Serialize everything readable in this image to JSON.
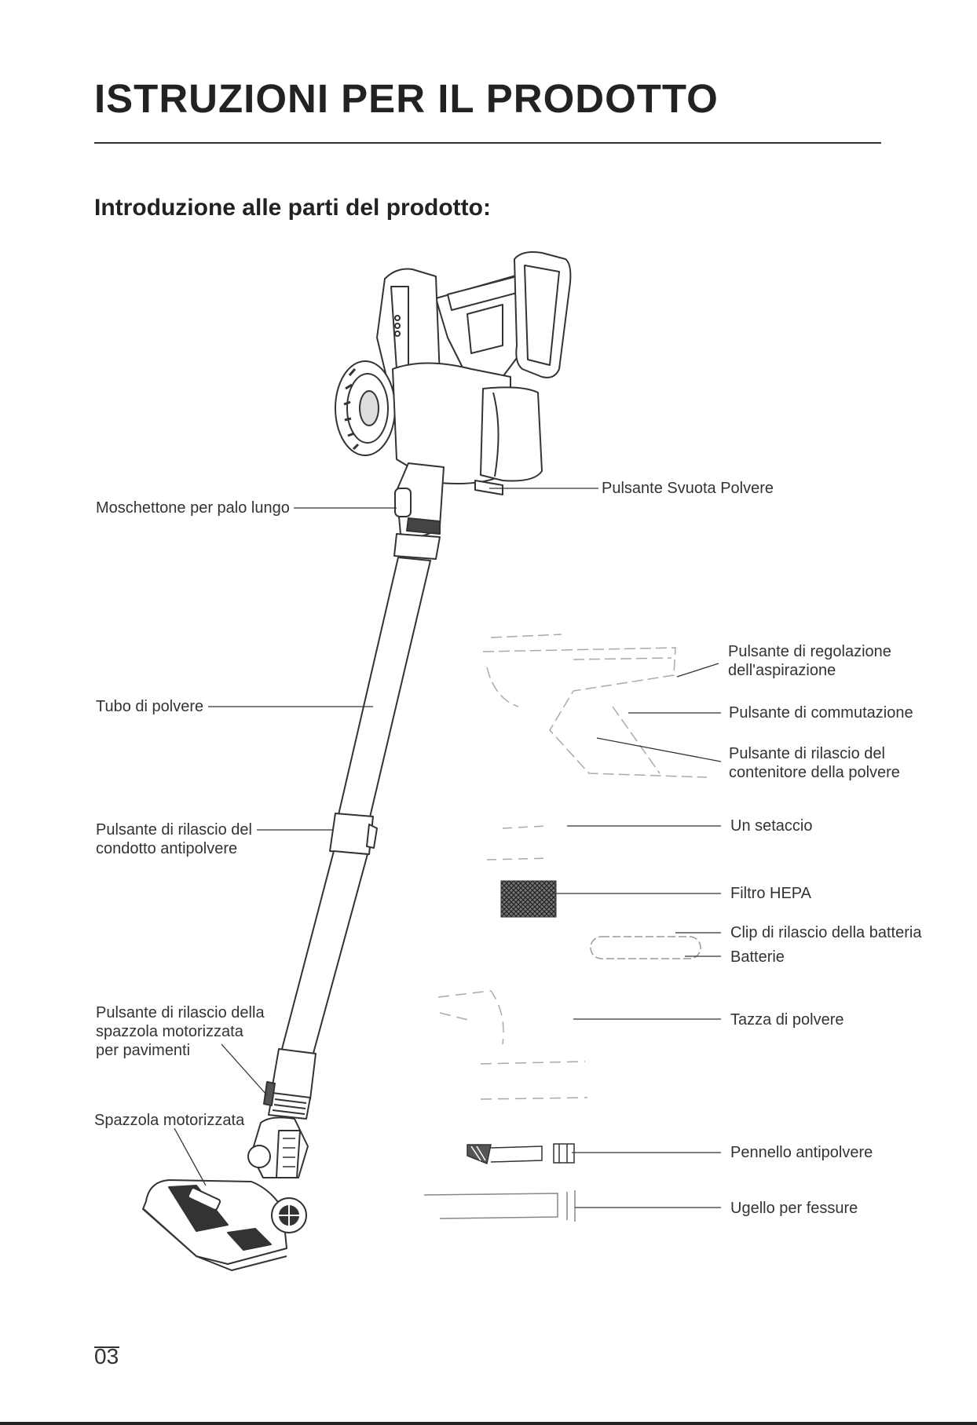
{
  "page": {
    "title": "ISTRUZIONI PER IL PRODOTTO",
    "section_heading": "Introduzione alle parti del prodotto:",
    "page_number": "03"
  },
  "labels": {
    "carabiner": "Moschettone per palo lungo",
    "dust_tube": "Tubo di polvere",
    "duct_release_1": "Pulsante di rilascio del",
    "duct_release_2": "condotto antipolvere",
    "brush_release_1": "Pulsante di rilascio della",
    "brush_release_2": "spazzola motorizzata",
    "brush_release_3": "per pavimenti",
    "motor_brush": "Spazzola motorizzata",
    "empty_dust_button": "Pulsante Svuota Polvere",
    "suction_adjust_1": "Pulsante di regolazione",
    "suction_adjust_2": "dell'aspirazione",
    "switch_button": "Pulsante di commutazione",
    "container_release_1": "Pulsante di rilascio del",
    "container_release_2": "contenitore della polvere",
    "sieve": "Un setaccio",
    "hepa": "Filtro HEPA",
    "battery_clip": "Clip di rilascio della batteria",
    "batteries": "Batterie",
    "dust_cup": "Tazza di polvere",
    "dust_brush": "Pennello antipolvere",
    "crevice_nozzle": "Ugello per fessure"
  }
}
